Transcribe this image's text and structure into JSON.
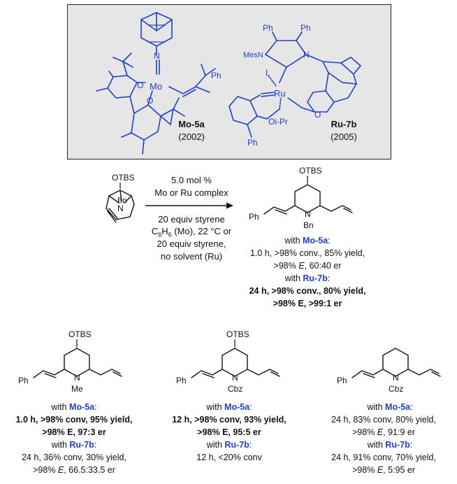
{
  "catalysts": {
    "mo": {
      "name": "Mo-5a",
      "year": "(2002)",
      "atoms": {
        "metal": "Mo",
        "n": "N",
        "o1": "O",
        "o2": "O",
        "ph": "Ph"
      }
    },
    "ru": {
      "name": "Ru-7b",
      "year": "(2005)",
      "atoms": {
        "ph1": "Ph",
        "ph2": "Ph",
        "mesn": "MesN",
        "n": "N",
        "i": "I",
        "metal": "Ru",
        "o": "O",
        "oipr": "Oi-Pr",
        "ph3": "Ph"
      }
    }
  },
  "reaction": {
    "substrate": {
      "otbs": "OTBS",
      "bn": "Bn",
      "n": "N"
    },
    "conditions": {
      "line1": "5.0 mol %",
      "line2": "Mo or Ru complex",
      "line3": "20 equiv styrene",
      "line4_pre": "C",
      "line4_sub1": "6",
      "line4_mid": "H",
      "line4_sub2": "6",
      "line4_post": " (Mo), 22 °C or",
      "line5": "20 equiv styrene,",
      "line6": "no solvent (Ru)"
    },
    "product": {
      "otbs": "OTBS",
      "ph": "Ph",
      "n": "N",
      "bn": "Bn",
      "with": "with ",
      "mo": "Mo-5a",
      "colon": ":",
      "mo_line1": "1.0 h, >98% conv., 85% yield,",
      "mo_line2_pre": ">98% ",
      "mo_line2_e": "E",
      "mo_line2_post": ", 60:40 er",
      "ru": "Ru-7b",
      "ru_line1": "24 h, >98% conv., 80% yield,",
      "ru_line2": ">98% E, >99:1 er"
    }
  },
  "products": [
    {
      "otbs": "OTBS",
      "ph": "Ph",
      "n": "N",
      "sub": "Me",
      "with": "with ",
      "mo": "Mo-5a",
      "colon": ":",
      "mo_line1": "1.0 h, >98% conv, 95% yield,",
      "mo_line2": ">98% E, 97:3 er",
      "ru": "Ru-7b",
      "ru_line1": "24 h, 36% conv, 30% yield,",
      "ru_line2_pre": ">98% ",
      "ru_line2_e": "E",
      "ru_line2_post": ", 66.5:33.5 er"
    },
    {
      "otbs": "OTBS",
      "ph": "Ph",
      "n": "N",
      "sub": "Cbz",
      "with": "with ",
      "mo": "Mo-5a",
      "colon": ":",
      "mo_line1": "12 h, >98% conv, 93% yield,",
      "mo_line2": ">98% E, 95:5 er",
      "ru": "Ru-7b",
      "ru_line1": "12 h, <20% conv"
    },
    {
      "ph": "Ph",
      "n": "N",
      "sub": "Cbz",
      "with": "with ",
      "mo": "Mo-5a",
      "colon": ":",
      "mo_line1": "24 h, 83% conv, 80% yield,",
      "mo_line2_pre": ">98% ",
      "mo_line2_e": "E",
      "mo_line2_post": ", 91:9 er",
      "ru": "Ru-7b",
      "ru_line1": "24 h, 91% conv, 70% yield,",
      "ru_line2_pre": ">98% ",
      "ru_line2_e": "E",
      "ru_line2_post": ", 5:95 er"
    }
  ],
  "colors": {
    "blue": "#1f3fcf",
    "box_bg": "#e6e6e6",
    "box_border": "#222222"
  }
}
